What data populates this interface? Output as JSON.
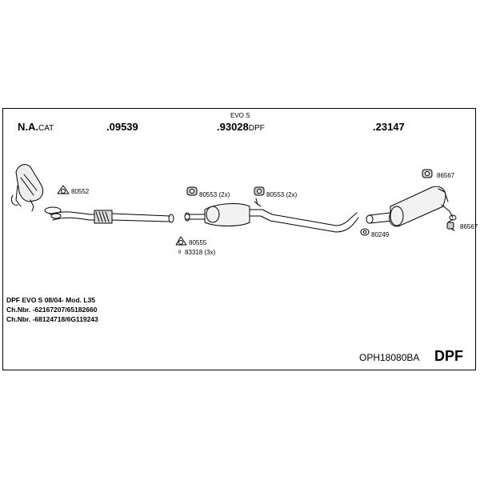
{
  "header": {
    "col1": {
      "number": "N.A.",
      "suffix": "CAT"
    },
    "col2": {
      "number": ".09539",
      "suffix": ""
    },
    "col3": {
      "caption": "EVO S",
      "number": ".93028",
      "suffix": "DPF"
    },
    "col4": {
      "number": ".23147",
      "suffix": ""
    }
  },
  "parts": {
    "p80552": "80552",
    "p80553a": "80553 (2x)",
    "p80553b": "80553 (2x)",
    "p80555": "80555",
    "p83318": "83318 (3x)",
    "p83318_marker": "9",
    "p86567a": "86567",
    "p86567b": "86567",
    "p80249": "80249"
  },
  "info": {
    "line1": "DPF EVO S   08/04-   Mod. L35",
    "line2": "Ch.Nbr. -62167207/65182660",
    "line3": "Ch.Nbr. -68124718/6G119243"
  },
  "footer": {
    "code": "OPH18080BA",
    "type": "DPF"
  }
}
